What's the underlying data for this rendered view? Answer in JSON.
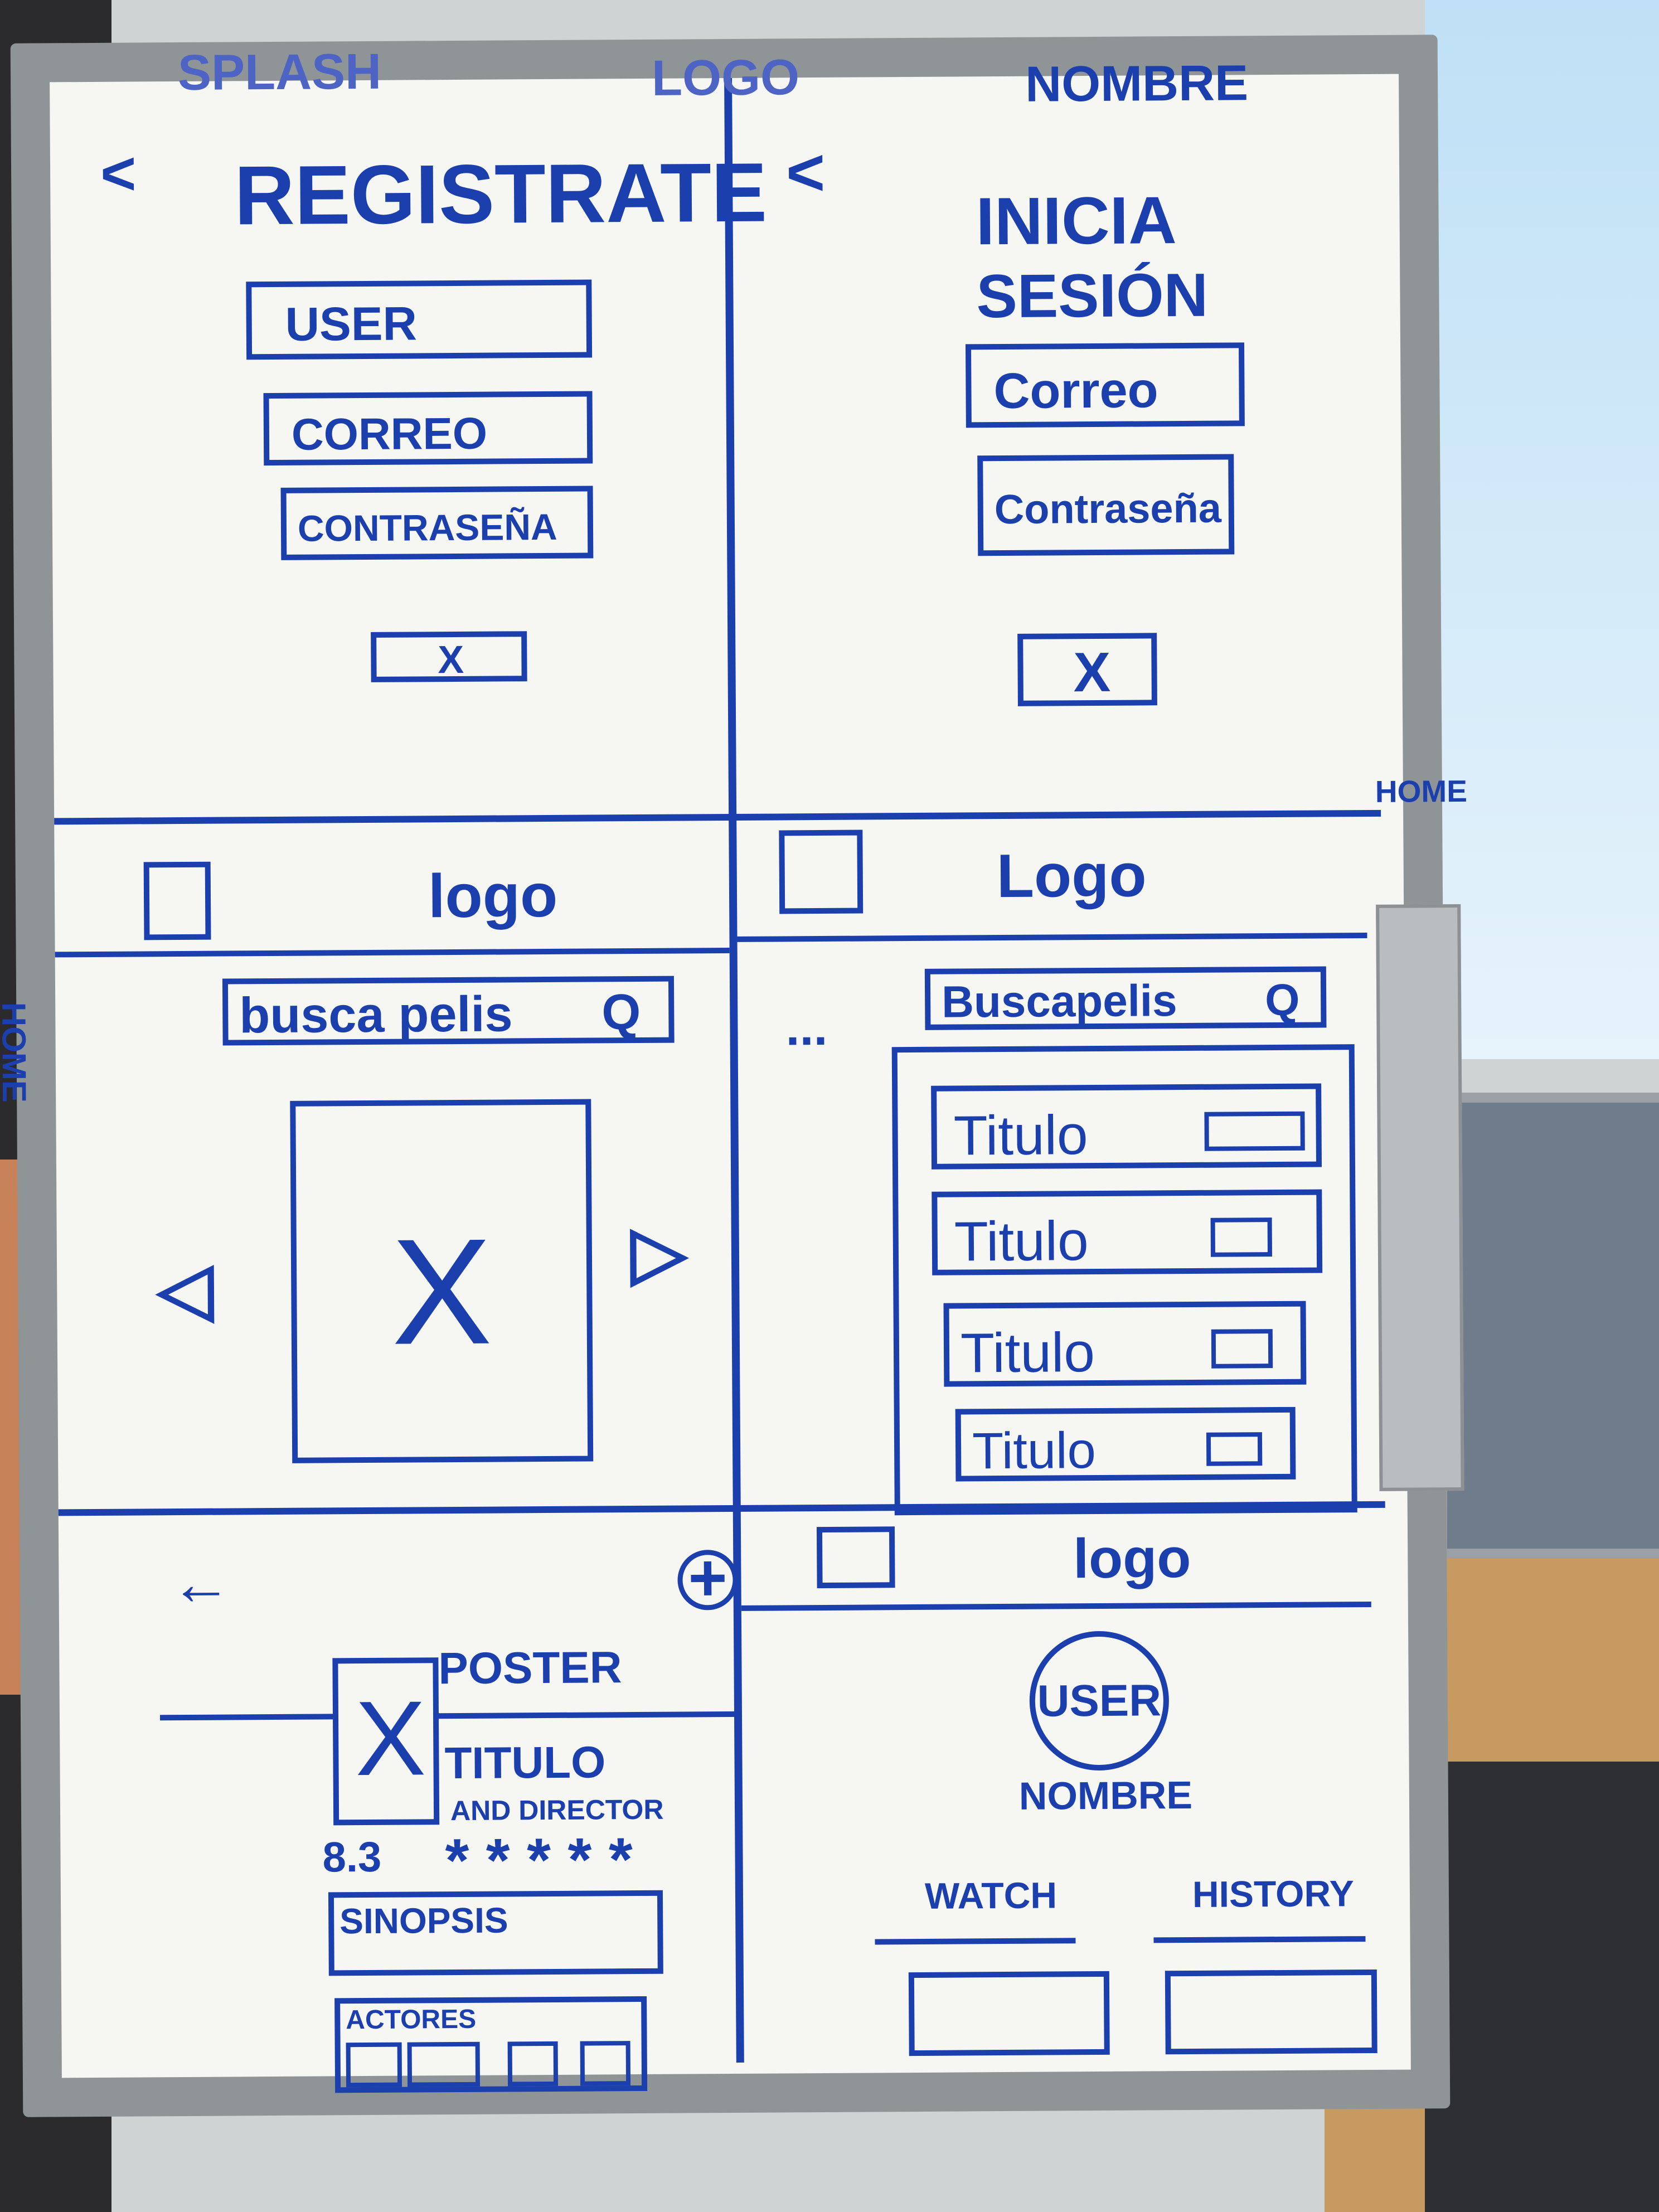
{
  "edge_labels": {
    "splash": "SPLASH",
    "logo": "LOGO",
    "nombre": "NOMBRE",
    "home_left": "HOME",
    "home_right": "HOME"
  },
  "register": {
    "back": "<",
    "title": "REGISTRATE",
    "user": "USER",
    "email": "CORREO",
    "password": "CONTRASEÑA",
    "submit": "X"
  },
  "login": {
    "back": "<",
    "title_line1": "INICIA",
    "title_line2": "SESIÓN",
    "email": "Correo",
    "password": "Contraseña",
    "submit": "X"
  },
  "home_carousel": {
    "logo": "logo",
    "search": "busca pelis",
    "search_icon": "Q",
    "poster": "X",
    "prev": "◁",
    "next": "▷"
  },
  "home_list": {
    "logo": "Logo",
    "search": "Buscapelis",
    "search_icon": "Q",
    "ellipsis": "...",
    "items": [
      {
        "title": "Titulo"
      },
      {
        "title": "Titulo"
      },
      {
        "title": "Titulo"
      },
      {
        "title": "Titulo"
      }
    ]
  },
  "detail": {
    "back": "←",
    "add": "+",
    "poster_mark": "X",
    "poster_label": "POSTER",
    "title": "TITULO",
    "subtitle": "AND DIRECTOR",
    "rating": "8.3",
    "stars": "* * * * *",
    "synopsis": "SINOPSIS",
    "actors": "ACTORES"
  },
  "profile": {
    "logo": "logo",
    "avatar": "USER",
    "name": "NOMBRE",
    "tab_watch": "WATCH",
    "tab_history": "HISTORY"
  },
  "colors": {
    "marker": "#1c3fae",
    "board": "#f6f6f3"
  }
}
